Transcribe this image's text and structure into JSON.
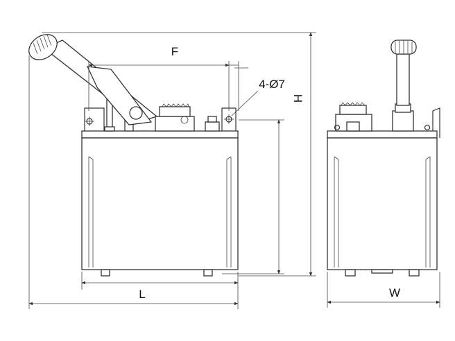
{
  "labels": {
    "F": "F",
    "holes": "4-Ø7",
    "H": "H",
    "L": "L",
    "W": "W"
  },
  "colors": {
    "line": "#333333",
    "background": "#ffffff"
  }
}
